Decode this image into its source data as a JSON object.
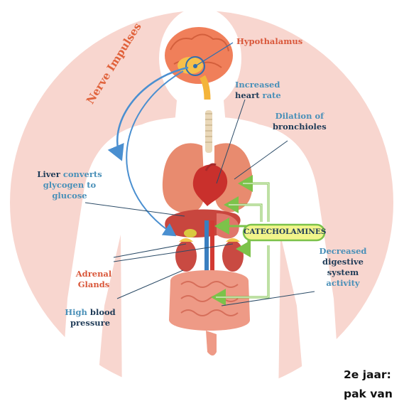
{
  "labels": {
    "hypothalamus": "Hypothalamus",
    "nerve_impulses": "Nerve Impulses",
    "heart_rate": {
      "l1": "Increased",
      "l2a": "heart",
      "l2b": " rate"
    },
    "bronchioles": {
      "l1": "Dilation of",
      "l2": "bronchioles"
    },
    "liver": {
      "a": "Liver",
      "b": " converts",
      "l2": "glycogen to",
      "l3": "glucose"
    },
    "catecholamines": "CATECHOLAMINES",
    "adrenal": {
      "l1": "Adrenal",
      "l2": "Glands"
    },
    "digestive": {
      "l1": "Decreased",
      "l2": "digestive",
      "l3": "system",
      "l4": "activity"
    },
    "blood_pressure": {
      "l1a": "High",
      "l1b": " blood",
      "l2": "pressure"
    }
  },
  "footer": {
    "line1": "2e jaar:",
    "line2": "pak van"
  },
  "colors": {
    "background_circle": "#f8d6cf",
    "silhouette": "#ffffff",
    "label_red": "#d9573a",
    "label_blue": "#4a90b8",
    "label_dark": "#1f3b57",
    "arrow_green": "#7cc24a",
    "catecholamines_fill": "#f2f58a",
    "nerve_arrow": "#4a8fd0",
    "organ_red": "#d9534f",
    "liver": "#c8463e",
    "lungs": "#e88b6f",
    "brain": "#f07f5a",
    "intestine": "#ee9a86"
  }
}
